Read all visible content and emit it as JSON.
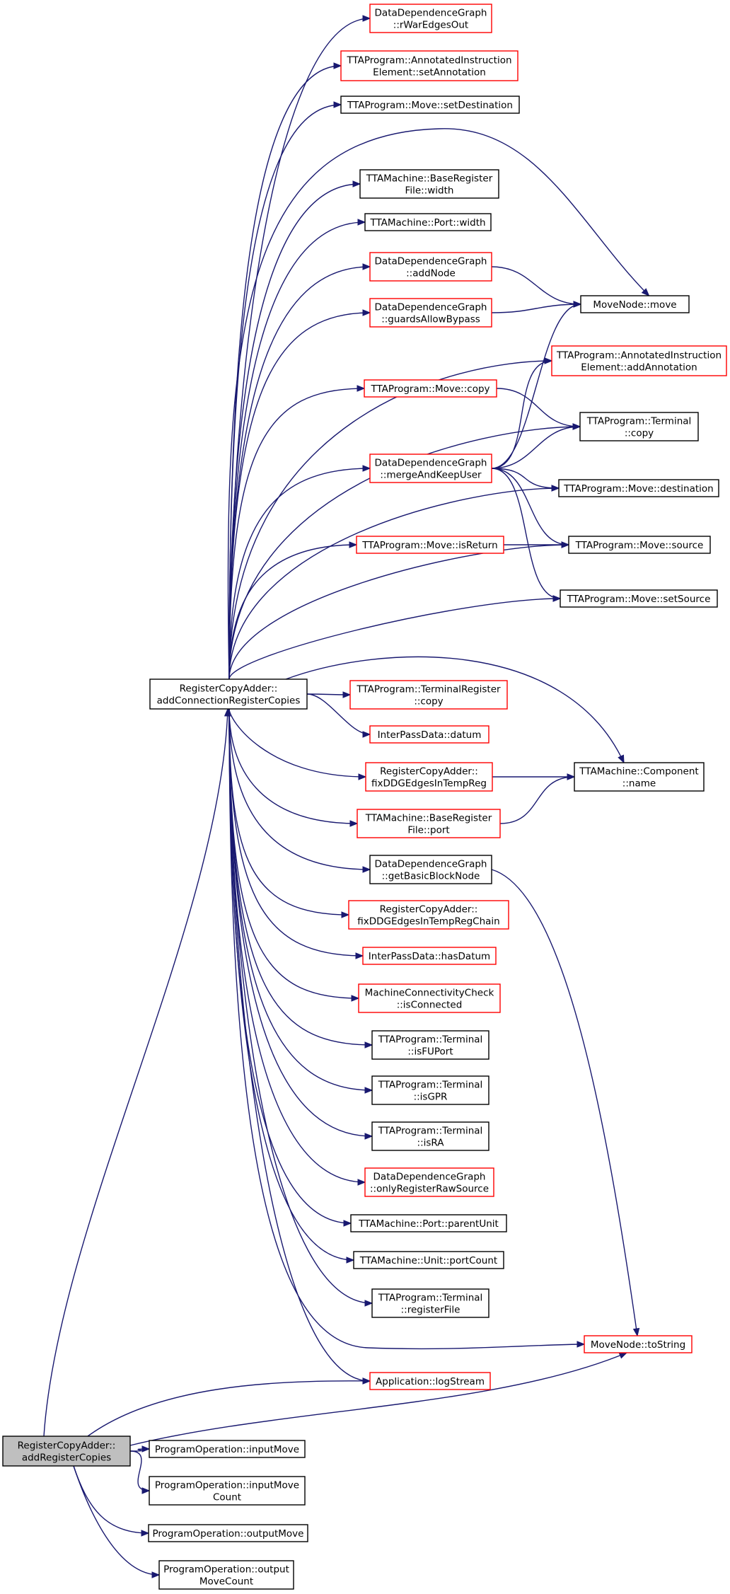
{
  "diagram": {
    "title": "",
    "colors": {
      "edge": "#191970",
      "border_black": "#000000",
      "border_red": "#ff0000",
      "root_fill": "#bfbfbf"
    },
    "nodes": [
      {
        "id": "root",
        "lines": [
          "RegisterCopyAdder::",
          "addRegisterCopies"
        ],
        "style": "gray"
      },
      {
        "id": "acrc",
        "lines": [
          "RegisterCopyAdder::",
          "addConnectionRegisterCopies"
        ],
        "style": "black"
      },
      {
        "id": "rwar",
        "lines": [
          "DataDependenceGraph",
          "::rWarEdgesOut"
        ],
        "style": "red"
      },
      {
        "id": "setann",
        "lines": [
          "TTAProgram::AnnotatedInstruction",
          "Element::setAnnotation"
        ],
        "style": "red"
      },
      {
        "id": "setdest",
        "lines": [
          "TTAProgram::Move::setDestination"
        ],
        "style": "black"
      },
      {
        "id": "brfwidth",
        "lines": [
          "TTAMachine::BaseRegister",
          "File::width"
        ],
        "style": "black"
      },
      {
        "id": "portwidth",
        "lines": [
          "TTAMachine::Port::width"
        ],
        "style": "black"
      },
      {
        "id": "addnode",
        "lines": [
          "DataDependenceGraph",
          "::addNode"
        ],
        "style": "red"
      },
      {
        "id": "guards",
        "lines": [
          "DataDependenceGraph",
          "::guardsAllowBypass"
        ],
        "style": "red"
      },
      {
        "id": "mnmove",
        "lines": [
          "MoveNode::move"
        ],
        "style": "black"
      },
      {
        "id": "addann",
        "lines": [
          "TTAProgram::AnnotatedInstruction",
          "Element::addAnnotation"
        ],
        "style": "red"
      },
      {
        "id": "movecopy",
        "lines": [
          "TTAProgram::Move::copy"
        ],
        "style": "red"
      },
      {
        "id": "termcopy",
        "lines": [
          "TTAProgram::Terminal",
          "::copy"
        ],
        "style": "black"
      },
      {
        "id": "merge",
        "lines": [
          "DataDependenceGraph",
          "::mergeAndKeepUser"
        ],
        "style": "red"
      },
      {
        "id": "movedest",
        "lines": [
          "TTAProgram::Move::destination"
        ],
        "style": "black"
      },
      {
        "id": "isreturn",
        "lines": [
          "TTAProgram::Move::isReturn"
        ],
        "style": "red"
      },
      {
        "id": "movesource",
        "lines": [
          "TTAProgram::Move::source"
        ],
        "style": "black"
      },
      {
        "id": "setsource",
        "lines": [
          "TTAProgram::Move::setSource"
        ],
        "style": "black"
      },
      {
        "id": "tregcopy",
        "lines": [
          "TTAProgram::TerminalRegister",
          "::copy"
        ],
        "style": "red"
      },
      {
        "id": "datum",
        "lines": [
          "InterPassData::datum"
        ],
        "style": "red"
      },
      {
        "id": "fixddg",
        "lines": [
          "RegisterCopyAdder::",
          "fixDDGEdgesInTempReg"
        ],
        "style": "red"
      },
      {
        "id": "compname",
        "lines": [
          "TTAMachine::Component",
          "::name"
        ],
        "style": "black"
      },
      {
        "id": "brfport",
        "lines": [
          "TTAMachine::BaseRegister",
          "File::port"
        ],
        "style": "red"
      },
      {
        "id": "getbb",
        "lines": [
          "DataDependenceGraph",
          "::getBasicBlockNode"
        ],
        "style": "black"
      },
      {
        "id": "fixddgchain",
        "lines": [
          "RegisterCopyAdder::",
          "fixDDGEdgesInTempRegChain"
        ],
        "style": "red"
      },
      {
        "id": "hasdatum",
        "lines": [
          "InterPassData::hasDatum"
        ],
        "style": "red"
      },
      {
        "id": "isconnected",
        "lines": [
          "MachineConnectivityCheck",
          "::isConnected"
        ],
        "style": "red"
      },
      {
        "id": "isfuport",
        "lines": [
          "TTAProgram::Terminal",
          "::isFUPort"
        ],
        "style": "black"
      },
      {
        "id": "isgpr",
        "lines": [
          "TTAProgram::Terminal",
          "::isGPR"
        ],
        "style": "black"
      },
      {
        "id": "isra",
        "lines": [
          "TTAProgram::Terminal",
          "::isRA"
        ],
        "style": "black"
      },
      {
        "id": "onlyreg",
        "lines": [
          "DataDependenceGraph",
          "::onlyRegisterRawSource"
        ],
        "style": "red"
      },
      {
        "id": "parentunit",
        "lines": [
          "TTAMachine::Port::parentUnit"
        ],
        "style": "black"
      },
      {
        "id": "portcount",
        "lines": [
          "TTAMachine::Unit::portCount"
        ],
        "style": "black"
      },
      {
        "id": "regfile",
        "lines": [
          "TTAProgram::Terminal",
          "::registerFile"
        ],
        "style": "black"
      },
      {
        "id": "tostring",
        "lines": [
          "MoveNode::toString"
        ],
        "style": "red"
      },
      {
        "id": "logstream",
        "lines": [
          "Application::logStream"
        ],
        "style": "red"
      },
      {
        "id": "inputmove",
        "lines": [
          "ProgramOperation::inputMove"
        ],
        "style": "black"
      },
      {
        "id": "inputmovecount",
        "lines": [
          "ProgramOperation::inputMove",
          "Count"
        ],
        "style": "black"
      },
      {
        "id": "outputmove",
        "lines": [
          "ProgramOperation::outputMove"
        ],
        "style": "black"
      },
      {
        "id": "outputmovecount",
        "lines": [
          "ProgramOperation::output",
          "MoveCount"
        ],
        "style": "black"
      }
    ],
    "edges": [
      [
        "root",
        "acrc"
      ],
      [
        "root",
        "logstream"
      ],
      [
        "root",
        "tostring"
      ],
      [
        "root",
        "inputmove"
      ],
      [
        "root",
        "inputmovecount"
      ],
      [
        "root",
        "outputmove"
      ],
      [
        "root",
        "outputmovecount"
      ],
      [
        "acrc",
        "rwar"
      ],
      [
        "acrc",
        "setann"
      ],
      [
        "acrc",
        "setdest"
      ],
      [
        "acrc",
        "mnmove"
      ],
      [
        "acrc",
        "brfwidth"
      ],
      [
        "acrc",
        "portwidth"
      ],
      [
        "acrc",
        "addnode"
      ],
      [
        "acrc",
        "guards"
      ],
      [
        "acrc",
        "addann"
      ],
      [
        "acrc",
        "movecopy"
      ],
      [
        "acrc",
        "termcopy"
      ],
      [
        "acrc",
        "merge"
      ],
      [
        "acrc",
        "movedest"
      ],
      [
        "acrc",
        "isreturn"
      ],
      [
        "acrc",
        "movesource"
      ],
      [
        "acrc",
        "setsource"
      ],
      [
        "acrc",
        "compname"
      ],
      [
        "acrc",
        "tregcopy"
      ],
      [
        "acrc",
        "datum"
      ],
      [
        "acrc",
        "fixddg"
      ],
      [
        "acrc",
        "brfport"
      ],
      [
        "acrc",
        "getbb"
      ],
      [
        "acrc",
        "fixddgchain"
      ],
      [
        "acrc",
        "hasdatum"
      ],
      [
        "acrc",
        "isconnected"
      ],
      [
        "acrc",
        "isfuport"
      ],
      [
        "acrc",
        "isgpr"
      ],
      [
        "acrc",
        "isra"
      ],
      [
        "acrc",
        "onlyreg"
      ],
      [
        "acrc",
        "parentunit"
      ],
      [
        "acrc",
        "portcount"
      ],
      [
        "acrc",
        "regfile"
      ],
      [
        "acrc",
        "tostring"
      ],
      [
        "acrc",
        "logstream"
      ],
      [
        "addnode",
        "mnmove"
      ],
      [
        "guards",
        "mnmove"
      ],
      [
        "movecopy",
        "termcopy"
      ],
      [
        "merge",
        "mnmove"
      ],
      [
        "merge",
        "addann"
      ],
      [
        "merge",
        "termcopy"
      ],
      [
        "merge",
        "movedest"
      ],
      [
        "merge",
        "movesource"
      ],
      [
        "merge",
        "setsource"
      ],
      [
        "isreturn",
        "movesource"
      ],
      [
        "fixddg",
        "compname"
      ],
      [
        "brfport",
        "compname"
      ],
      [
        "getbb",
        "tostring"
      ]
    ]
  }
}
